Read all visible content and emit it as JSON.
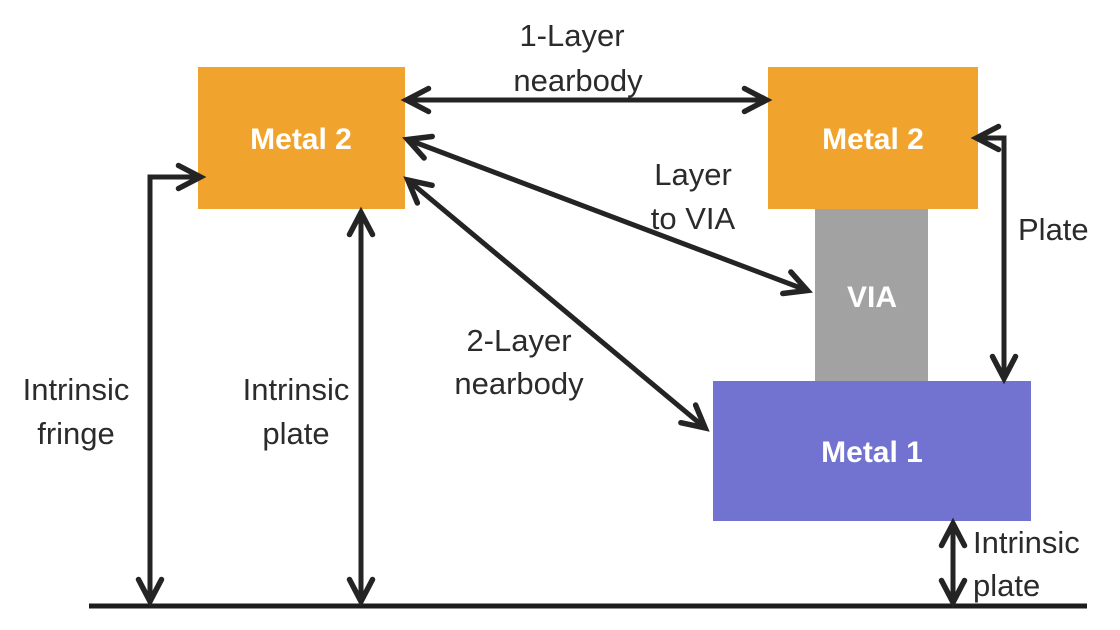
{
  "diagram": {
    "background": "#ffffff",
    "ink_color": "#242424",
    "boxes": {
      "metal2_left": {
        "label": "Metal 2",
        "fill": "#F0A42D",
        "text_color": "#ffffff"
      },
      "metal2_right": {
        "label": "Metal 2",
        "fill": "#F0A42D",
        "text_color": "#ffffff"
      },
      "via": {
        "label": "VIA",
        "fill": "#A2A2A2",
        "text_color": "#ffffff"
      },
      "metal1": {
        "label": "Metal 1",
        "fill": "#7273D0",
        "text_color": "#ffffff"
      }
    },
    "labels": {
      "one_layer_nearbody": {
        "line1": "1-Layer",
        "line2": "nearbody"
      },
      "layer_to_via": {
        "line1": "Layer",
        "line2": "to VIA"
      },
      "two_layer_nearbody": {
        "line1": "2-Layer",
        "line2": "nearbody"
      },
      "plate": {
        "text": "Plate"
      },
      "intrinsic_fringe": {
        "line1": "Intrinsic",
        "line2": "fringe"
      },
      "intrinsic_plate_mid": {
        "line1": "Intrinsic",
        "line2": "plate"
      },
      "intrinsic_plate_ground": {
        "line1": "Intrinsic",
        "line2": "plate"
      }
    }
  }
}
